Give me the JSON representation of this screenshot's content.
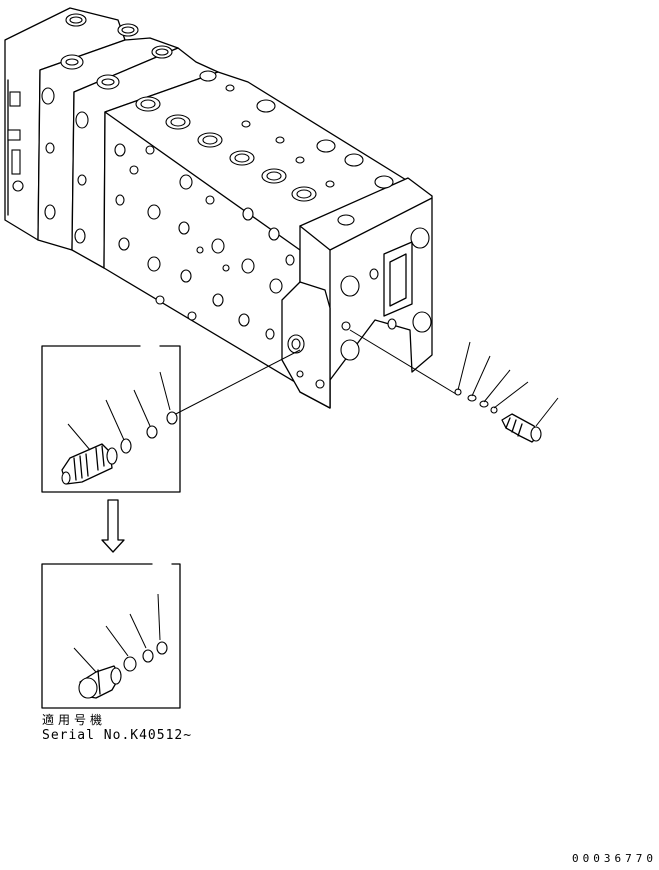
{
  "notes": {
    "applicable": "適用号機",
    "serial": "Serial No.K40512~"
  },
  "drawing_number": "00036770"
}
